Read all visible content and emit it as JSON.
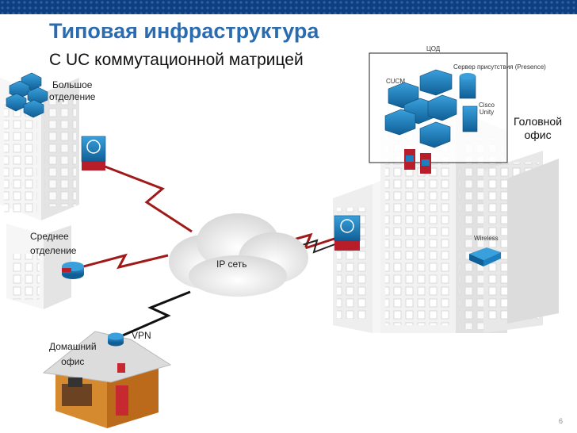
{
  "slide": {
    "title": "Типовая инфраструктура",
    "subtitle": "С UC коммутационной матрицей",
    "page_number": "6"
  },
  "sites": {
    "large_branch": "Большое\nотделение",
    "medium_branch": "Среднее\nотделение",
    "home_office": "Домашний\nофис",
    "headquarters": "Головной\nофис"
  },
  "datacenter": {
    "label": "ЦОД",
    "cucm": "CUCM",
    "presence": "Сервер присутствия (Presence)",
    "unity": "Cisco\nUnity"
  },
  "network": {
    "cloud": "IP сеть",
    "vpn": "VPN",
    "wireless": "Wireless"
  },
  "colors": {
    "title": "#2b6cb0",
    "topbar": "#0f3f7f",
    "wan_link": "#a11a1a",
    "vpn_link": "#111111",
    "device_blue": "#1c7fc0",
    "firewall_red": "#b81e2a"
  }
}
